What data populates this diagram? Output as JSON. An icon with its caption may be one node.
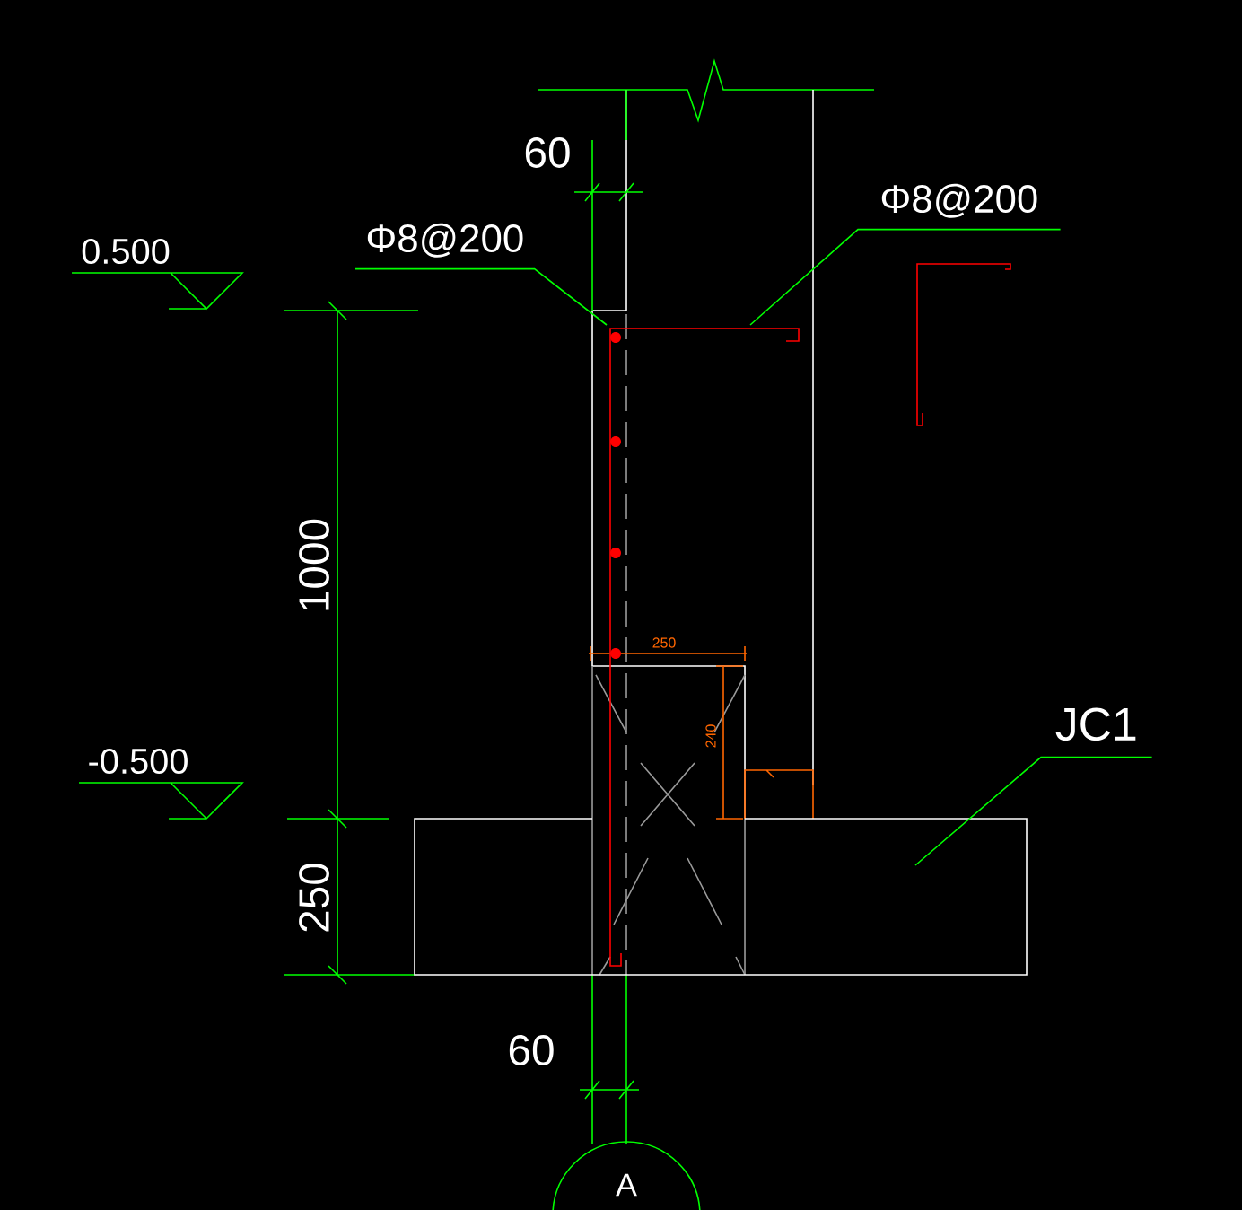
{
  "diagram": {
    "nodes": [
      {
        "text": [
          "Φ8@200"
        ]
      },
      {
        "text": [
          "Φ8@200"
        ]
      },
      {
        "text": [
          "JC1"
        ]
      },
      {
        "text": [],
        "shape": "box"
      },
      {
        "text": [],
        "shape": "bar"
      },
      {
        "text": [
          "A"
        ]
      }
    ],
    "edges": [
      {
        "from": 0,
        "to": 4,
        "arrow": "none"
      },
      {
        "from": 1,
        "to": 4,
        "arrow": "none"
      },
      {
        "from": 2,
        "to": 3,
        "arrow": "none"
      }
    ],
    "labels": [
      "60",
      "0.500",
      "1000",
      "250",
      "240",
      "-0.500",
      "250",
      "60"
    ]
  }
}
